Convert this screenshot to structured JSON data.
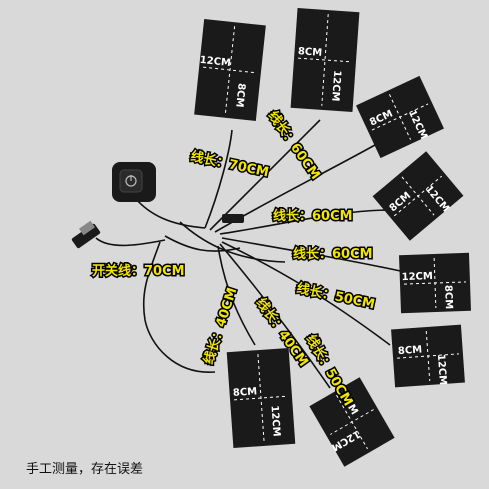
{
  "image": {
    "subject": "heating pad set with USB switch cable",
    "background": "#d9d9d9"
  },
  "pads": [
    {
      "name": "pad-1",
      "width_label": "12CM",
      "height_label": "8CM"
    },
    {
      "name": "pad-2",
      "width_label": "8CM",
      "height_label": "12CM"
    },
    {
      "name": "pad-3",
      "width_label": "8CM",
      "height_label": "12CM"
    },
    {
      "name": "pad-4",
      "width_label": "8CM",
      "height_label": "12CM"
    },
    {
      "name": "pad-5",
      "width_label": "12CM",
      "height_label": "8CM"
    },
    {
      "name": "pad-6",
      "width_label": "8CM",
      "height_label": "12CM"
    },
    {
      "name": "pad-7",
      "width_label": "8CM",
      "height_label": "12CM"
    },
    {
      "name": "pad-8",
      "width_label": "8CM",
      "height_label": "12CM"
    }
  ],
  "cable_labels": [
    {
      "name": "cable-label-1",
      "text": "线长：60CM"
    },
    {
      "name": "cable-label-2",
      "text": "线长：70CM"
    },
    {
      "name": "cable-label-3",
      "text": "线长：60CM"
    },
    {
      "name": "cable-label-4",
      "text": "线长：60CM"
    },
    {
      "name": "cable-label-5",
      "text": "线长：50CM"
    },
    {
      "name": "cable-label-6",
      "text": "线长：40CM"
    },
    {
      "name": "cable-label-7",
      "text": "线长：40CM"
    },
    {
      "name": "cable-label-8",
      "text": "线长：50CM"
    }
  ],
  "switch_label": "开关线：70CM",
  "disclaimer": "手工测量，存在误差",
  "colors": {
    "label_fill": "#f2e600",
    "pad": "#1a1a1a",
    "dashed": "#ffffff"
  }
}
